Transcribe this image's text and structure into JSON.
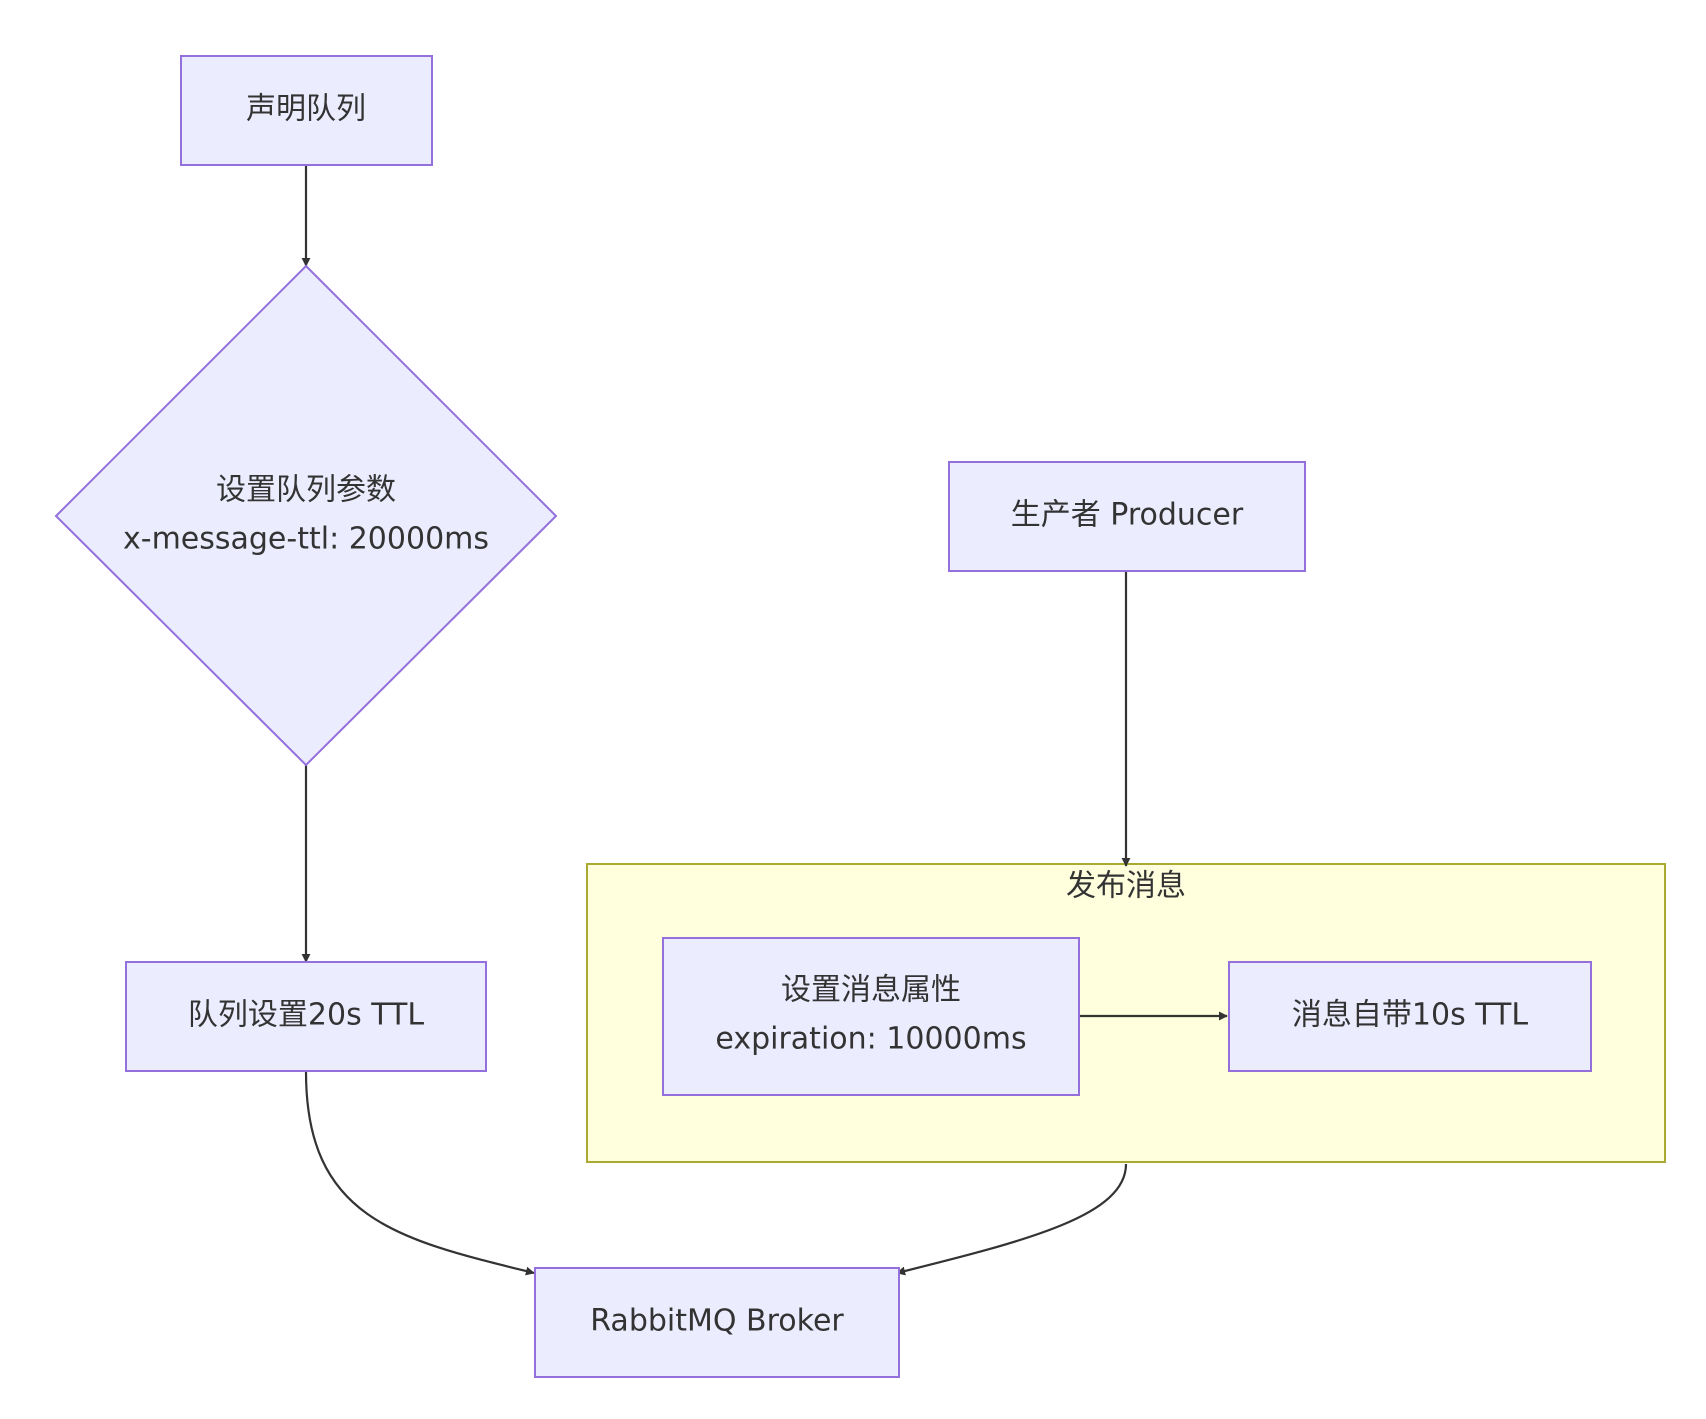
{
  "diagram": {
    "nodes": {
      "declare_queue": "声明队列",
      "queue_params_line1": "设置队列参数",
      "queue_params_line2": "x-message-ttl: 20000ms",
      "queue_ttl": "队列设置20s TTL",
      "producer": "生产者 Producer",
      "cluster_title": "发布消息",
      "msg_props_line1": "设置消息属性",
      "msg_props_line2": "expiration: 10000ms",
      "msg_ttl": "消息自带10s TTL",
      "broker": "RabbitMQ Broker"
    },
    "colors": {
      "node_fill": "#ececff",
      "node_stroke": "#9370db",
      "cluster_fill": "#ffffde",
      "cluster_stroke": "#aaaa33",
      "edge": "#333333",
      "text": "#333333"
    }
  }
}
